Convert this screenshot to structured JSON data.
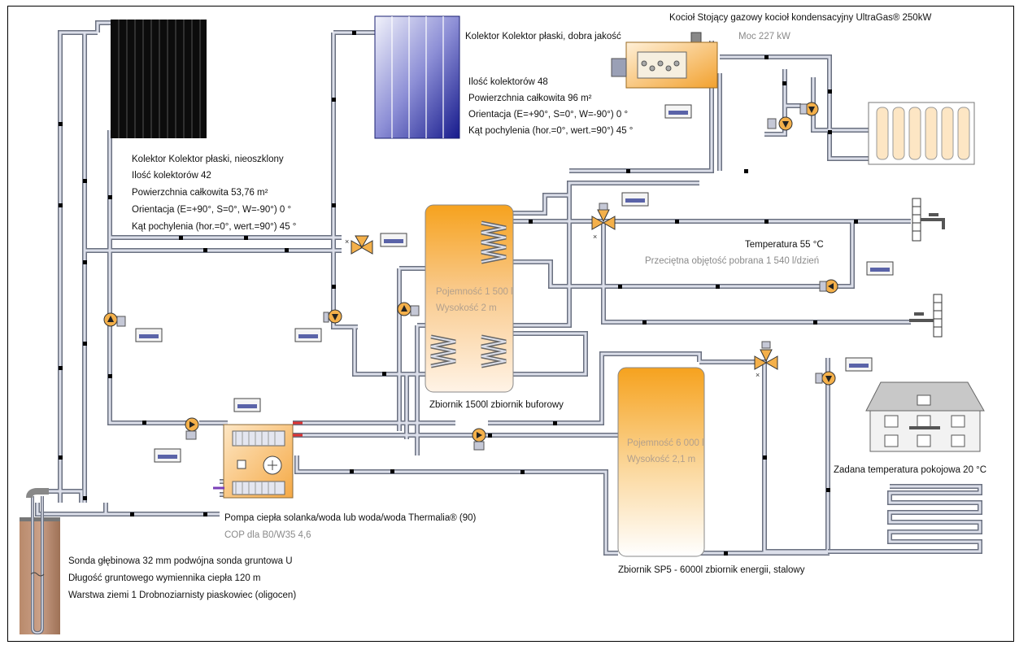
{
  "collector_flat": {
    "name": "Kolektor Kolektor płaski, dobra jakość",
    "count": "Ilość kolektorów 48",
    "area": "Powierzchnia całkowita 96 m²",
    "orientation": "Orientacja (E=+90°, S=0°, W=-90°) 0 °",
    "tilt": "Kąt pochylenia (hor.=0°, wert.=90°) 45 °"
  },
  "collector_unglazed": {
    "name": "Kolektor Kolektor płaski, nieoszklony",
    "count": "Ilość kolektorów 42",
    "area": "Powierzchnia całkowita 53,76 m²",
    "orientation": "Orientacja (E=+90°, S=0°, W=-90°) 0 °",
    "tilt": "Kąt pochylenia (hor.=0°, wert.=90°) 45 °"
  },
  "boiler": {
    "name": "Kocioł Stojący gazowy kocioł kondensacyjny UltraGas® 250kW",
    "power": "Moc 227 kW"
  },
  "hot_water": {
    "temperature": "Temperatura 55 °C",
    "consumption": "Przeciętna objętość pobrana 1 540 l/dzień"
  },
  "buffer_tank": {
    "capacity": "Pojemność 1 500 l",
    "height": "Wysokość 2 m",
    "name": "Zbiornik 1500l zbiornik buforowy"
  },
  "energy_tank": {
    "capacity": "Pojemność 6 000 l",
    "height": "Wysokość 2,1 m",
    "name": "Zbiornik SP5 - 6000l zbiornik energii, stalowy"
  },
  "heat_pump": {
    "name": "Pompa ciepła solanka/woda lub woda/woda Thermalia® (90)",
    "cop": "COP dla B0/W35 4,6"
  },
  "room": {
    "setpoint": "Zadana temperatura pokojowa 20 °C"
  },
  "ground_probe": {
    "name": "Sonda głębinowa 32 mm podwójna sonda gruntowa U",
    "length": "Długość gruntowego wymiennika ciepła 120 m",
    "layer": "Warstwa ziemi 1 Drobnoziarnisty piaskowiec (oligocen)"
  },
  "colors": {
    "tank_orange": "#f6a21e",
    "pipe_fill": "#d9dde8",
    "pipe_edge": "#6a7080",
    "pump_fill": "#f4b04a",
    "controller": "#5a63a8"
  }
}
